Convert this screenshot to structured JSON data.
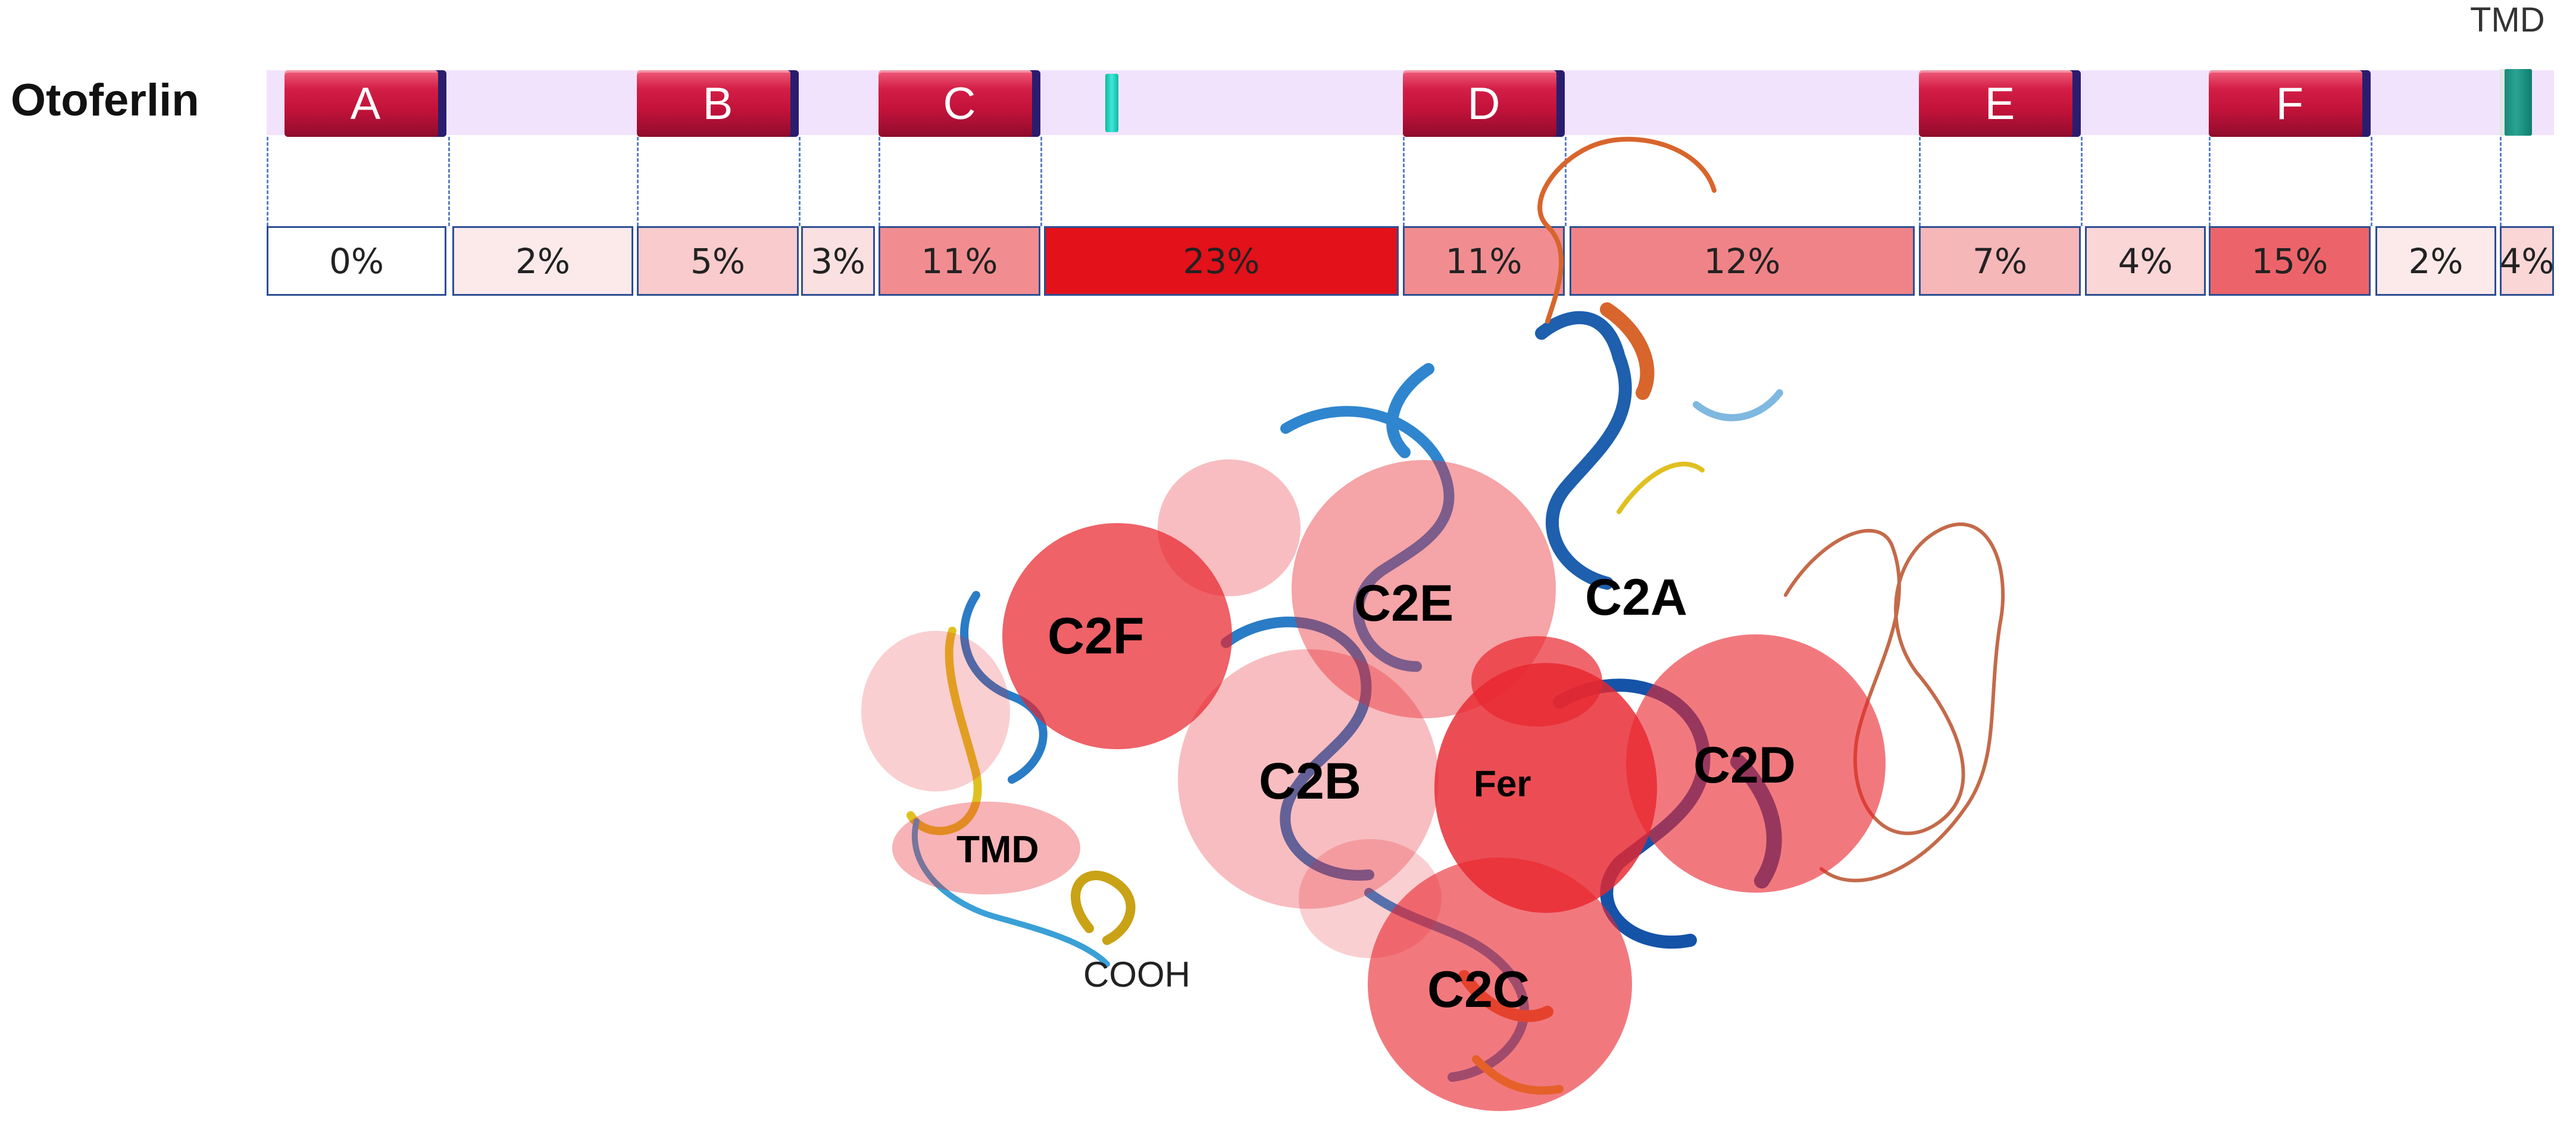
{
  "protein_name": "Otoferlin",
  "tmd_top_label": "TMD",
  "colors": {
    "domain_fill": "#c8143e",
    "domain_edge": "#2a1d6e",
    "track": "#f2e3fd",
    "cell_border": "#2e4f92",
    "guide_line": "#5b7fc0",
    "linker_marker": "#2fd8c6",
    "tmd_marker": "#1a8f80",
    "circle_fill": "#e8262e",
    "ribbon_blue": "#1f6fb8",
    "ribbon_orange": "#e2703a",
    "ribbon_yellow": "#e0c020"
  },
  "domains": [
    {
      "label": "A"
    },
    {
      "label": "B"
    },
    {
      "label": "C"
    },
    {
      "label": "D"
    },
    {
      "label": "E"
    },
    {
      "label": "F"
    }
  ],
  "segments": [
    {
      "label": "0%",
      "value": 0
    },
    {
      "label": "2%",
      "value": 2
    },
    {
      "label": "5%",
      "value": 5
    },
    {
      "label": "3%",
      "value": 3
    },
    {
      "label": "11%",
      "value": 11
    },
    {
      "label": "23%",
      "value": 23
    },
    {
      "label": "11%",
      "value": 11
    },
    {
      "label": "12%",
      "value": 12
    },
    {
      "label": "7%",
      "value": 7
    },
    {
      "label": "4%",
      "value": 4
    },
    {
      "label": "15%",
      "value": 15
    },
    {
      "label": "2%",
      "value": 2
    },
    {
      "label": "4%",
      "value": 4
    }
  ],
  "structure_regions": [
    {
      "label": "C2F",
      "opacity": 0.72
    },
    {
      "label": "C2E",
      "opacity": 0.42
    },
    {
      "label": "C2A",
      "opacity": 0.0
    },
    {
      "label": "C2B",
      "opacity": 0.3
    },
    {
      "label": "Fer",
      "opacity": 0.82
    },
    {
      "label": "C2D",
      "opacity": 0.62
    },
    {
      "label": "C2C",
      "opacity": 0.62
    },
    {
      "label": "TMD",
      "opacity": 0.35
    }
  ],
  "cooh_label": "COOH"
}
